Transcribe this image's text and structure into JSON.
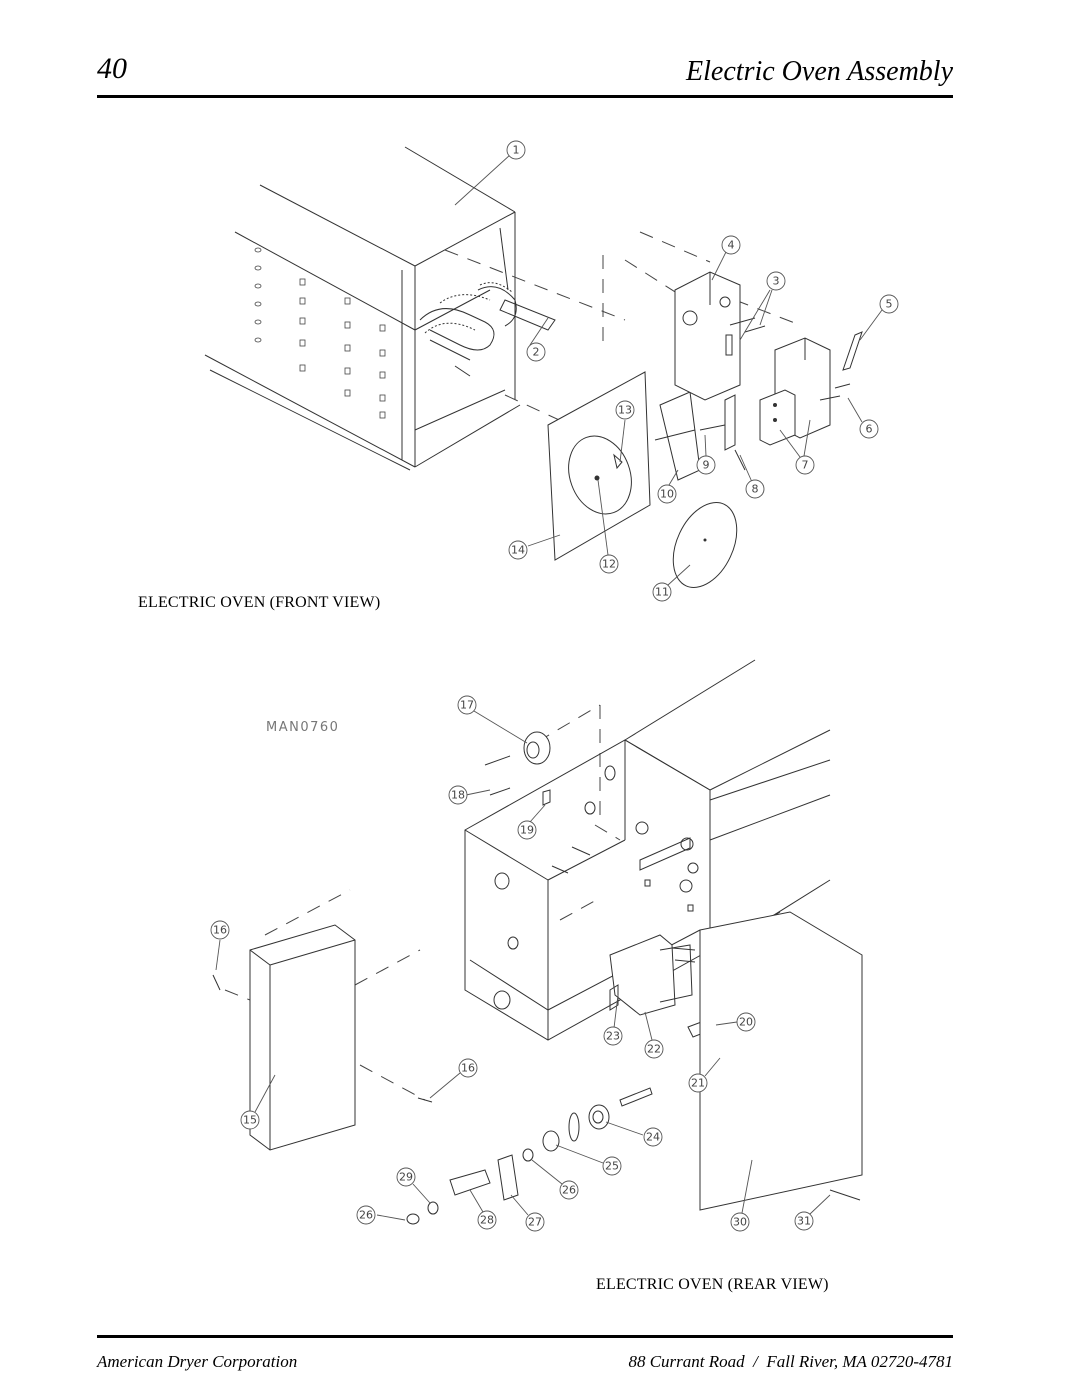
{
  "header": {
    "page_number": "40",
    "title": "Electric Oven Assembly"
  },
  "front_view": {
    "caption": "ELECTRIC OVEN (FRONT VIEW)",
    "callouts": [
      "1",
      "2",
      "3",
      "4",
      "5",
      "6",
      "7",
      "8",
      "9",
      "10",
      "11",
      "12",
      "13",
      "14"
    ]
  },
  "rear_view": {
    "caption": "ELECTRIC OVEN (REAR VIEW)",
    "drawing_code": "MAN0760",
    "callouts": [
      "15",
      "16",
      "16",
      "17",
      "18",
      "19",
      "20",
      "21",
      "22",
      "23",
      "24",
      "25",
      "26",
      "26",
      "27",
      "28",
      "29",
      "30",
      "31"
    ]
  },
  "footer": {
    "company": "American Dryer Corporation",
    "address": "88 Currant Road  /  Fall River, MA 02720-4781"
  }
}
